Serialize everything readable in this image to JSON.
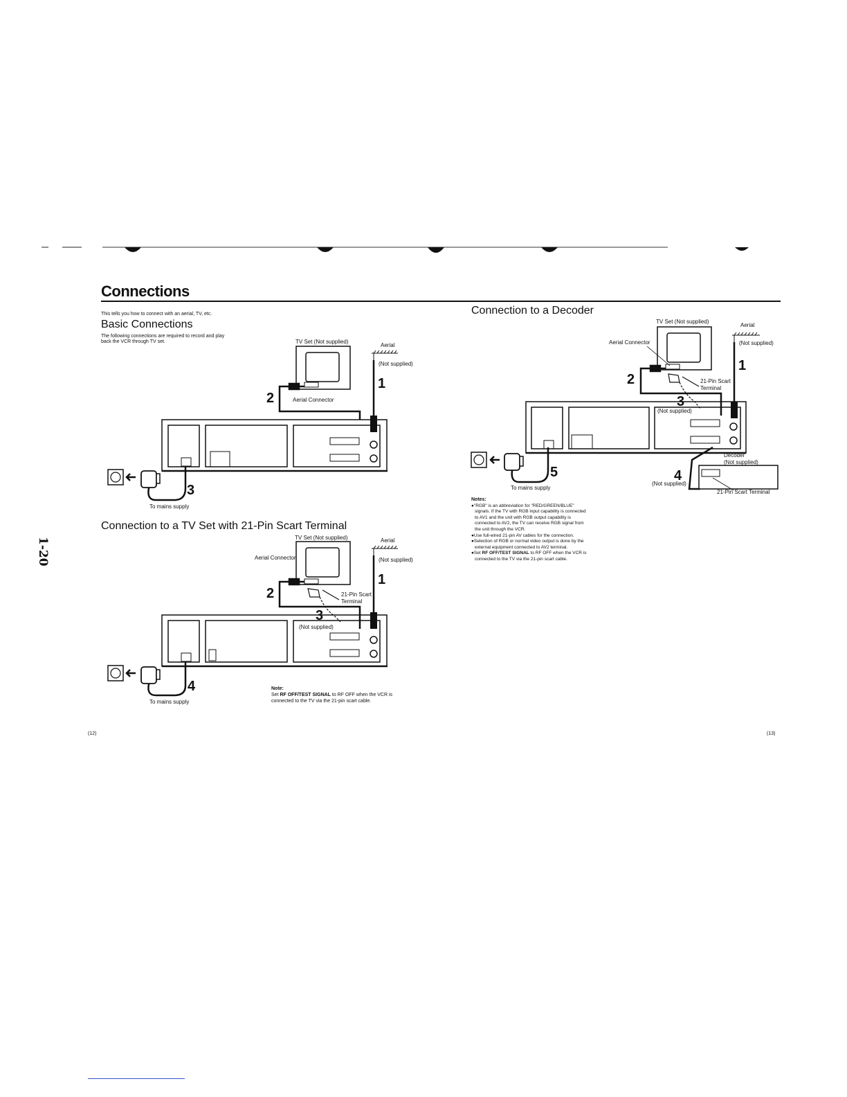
{
  "page_title": "Connections",
  "intro": "This tells you how to connect with an aerial, TV, etc.",
  "side_label": "1-20",
  "page_left": "(12)",
  "page_right": "(13)",
  "basic": {
    "heading": "Basic Connections",
    "desc_line1": "The following connections are required to record and play",
    "desc_line2": "back the VCR through TV set.",
    "tv_label": "TV Set (Not supplied)",
    "aerial": "Aerial",
    "not_supplied": "(Not supplied)",
    "aerial_connector": "Aerial Connector",
    "mains": "To mains supply",
    "step1": "1",
    "step2": "2",
    "step3": "3"
  },
  "scart": {
    "heading": "Connection to a TV Set with 21-Pin Scart Terminal",
    "tv_label": "TV Set (Not supplied)",
    "aerial": "Aerial",
    "not_supplied": "(Not supplied)",
    "aerial_connector": "Aerial Connector",
    "scart_line1": "21-Pin Scart",
    "scart_line2": "Terminal",
    "cable_not_supplied": "(Not supplied)",
    "mains": "To mains supply",
    "step1": "1",
    "step2": "2",
    "step3": "3",
    "step4": "4",
    "note_title": "Note:",
    "note_prefix": "Set ",
    "note_bold": "RF OFF/TEST SIGNAL",
    "note_suffix": " to RF OFF when the VCR is",
    "note_line2": "connected to the TV via the 21-pin scart cable."
  },
  "decoder": {
    "heading": "Connection to a Decoder",
    "tv_label": "TV Set (Not supplied)",
    "aerial": "Aerial",
    "not_supplied": "(Not supplied)",
    "aerial_connector": "Aerial Connector",
    "scart_line1": "21-Pin Scart",
    "scart_line2": "Terminal",
    "cable_not_supplied": "(Not supplied)",
    "decoder_label": "Decoder",
    "decoder_not_supplied": "(Not supplied)",
    "cable4_not_supplied": "(Not supplied)",
    "decoder_scart": "21-Pin Scart Terminal",
    "mains": "To mains supply",
    "step1": "1",
    "step2": "2",
    "step3": "3",
    "step4": "4",
    "step5": "5",
    "notes_title": "Notes:",
    "notes": [
      "●\"RGB\" is an abbreviation for \"RED/GREEN/BLUE\"",
      "signals. If the TV with RGB input capability is connected",
      "to AV1 and the unit with RGB output capability is",
      "connected to AV2, the TV can receive RGB signal from",
      "the unit through the VCR.",
      "●Use full-wired 21-pin AV cables for the connection.",
      "●Selection of RGB or normal video output is done by the",
      "external equipment connected to AV2 terminal."
    ],
    "note_last_prefix": "●Set ",
    "note_last_bold": "RF OFF/TEST SIGNAL",
    "note_last_suffix": " to RF OFF when the VCR is",
    "note_last_line2": "connected to the TV via the 21-pin scart cable."
  }
}
